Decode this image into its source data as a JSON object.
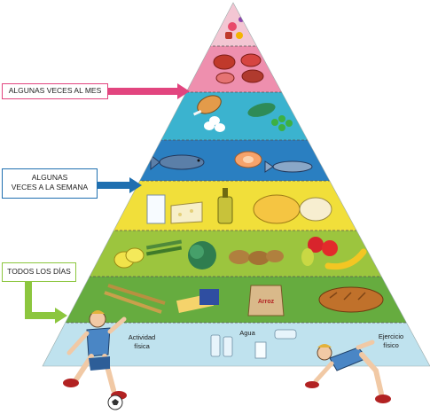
{
  "labels": {
    "monthly": "ALGUNAS VECES AL MES",
    "weekly_line1": "ALGUNAS",
    "weekly_line2": "VECES A LA SEMANA",
    "daily": "TODOS LOS DÍAS"
  },
  "base": {
    "activity_line1": "Actividad",
    "activity_line2": "física",
    "water": "Agua",
    "exercise_line1": "Ejercicio",
    "exercise_line2": "físico"
  },
  "rice_label": "Arroz",
  "colors": {
    "tier_top": "#f3c6d3",
    "tier_sweets_meat": "#ee8fae",
    "tier_poultry": "#3bb3cf",
    "tier_fish": "#2a7fc1",
    "tier_dairy": "#f1df3a",
    "tier_fruit_veg": "#9cc53e",
    "tier_grains": "#66ac3f",
    "tier_base": "#bfe2ee",
    "arrow_monthly": "#e2457f",
    "arrow_weekly": "#1f6fb0",
    "arrow_daily": "#8cc63e"
  }
}
